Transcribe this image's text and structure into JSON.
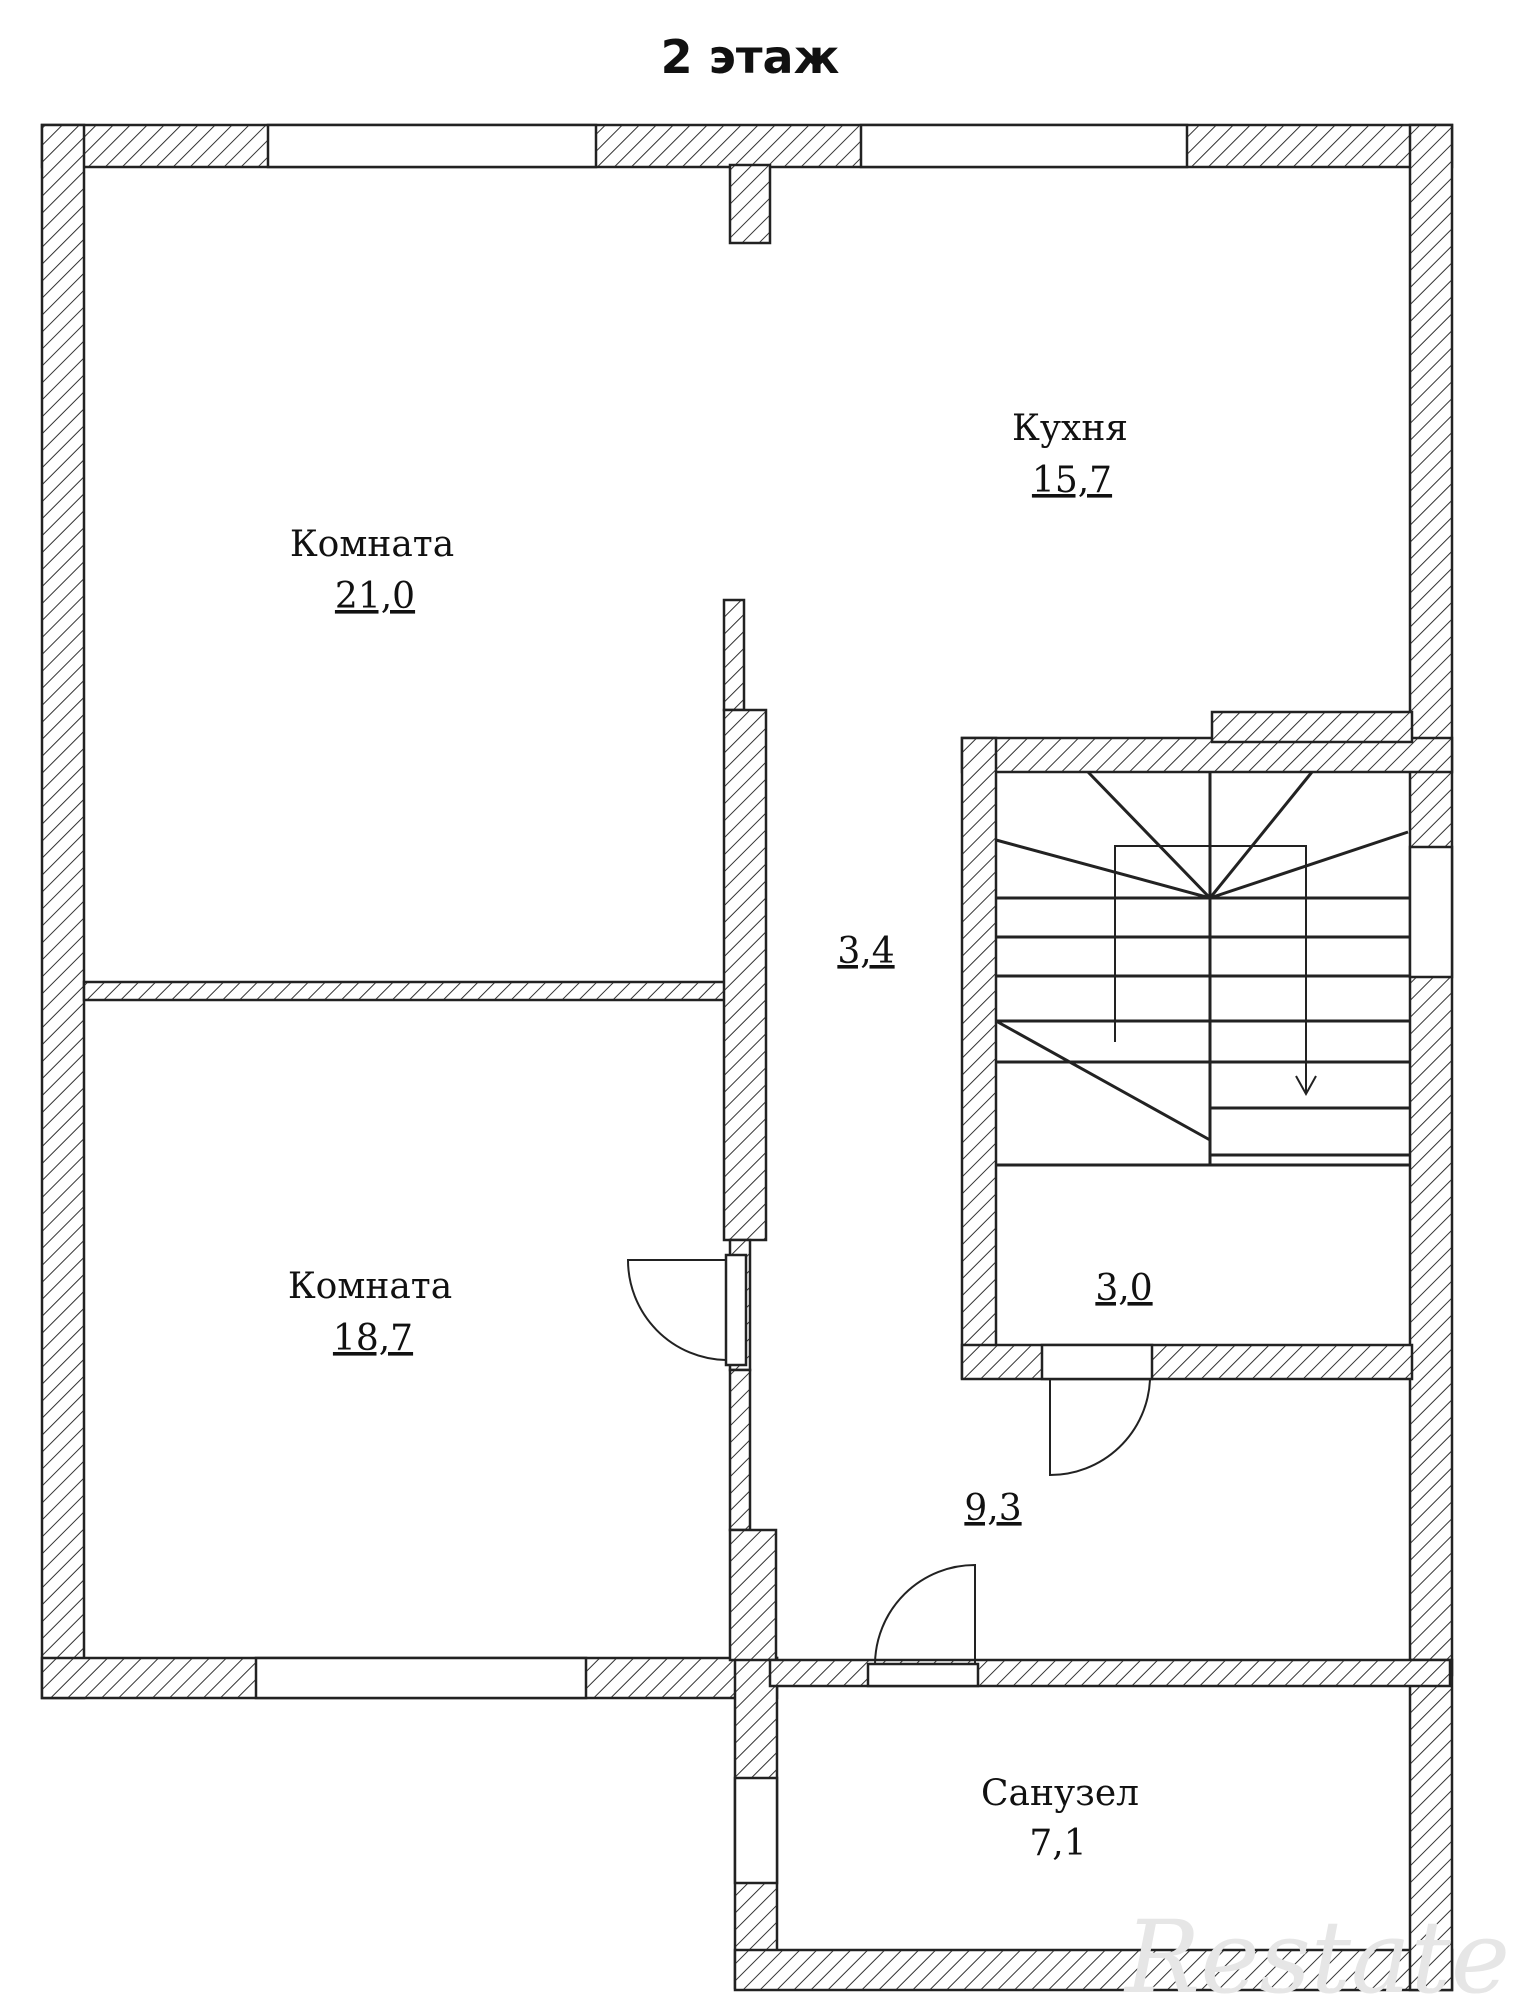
{
  "title": "2 этаж",
  "rooms": [
    {
      "name": "Комната",
      "area": "21,0"
    },
    {
      "name": "Кухня",
      "area": "15,7"
    },
    {
      "name": "",
      "area": "3,4"
    },
    {
      "name": "Комната",
      "area": "18,7"
    },
    {
      "name": "",
      "area": "3,0"
    },
    {
      "name": "",
      "area": "9,3"
    },
    {
      "name": "Санузел",
      "area": "7,1"
    }
  ],
  "watermark": "Restate"
}
